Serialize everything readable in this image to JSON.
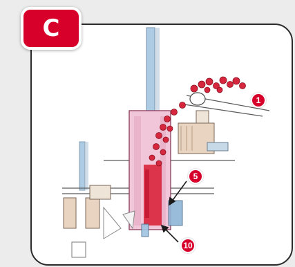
{
  "panel": {
    "tab_label": "C",
    "accent_color": "#d6002a"
  },
  "diagram": {
    "callouts": [
      {
        "label": "1"
      },
      {
        "label": "5"
      },
      {
        "label": "10"
      }
    ]
  }
}
